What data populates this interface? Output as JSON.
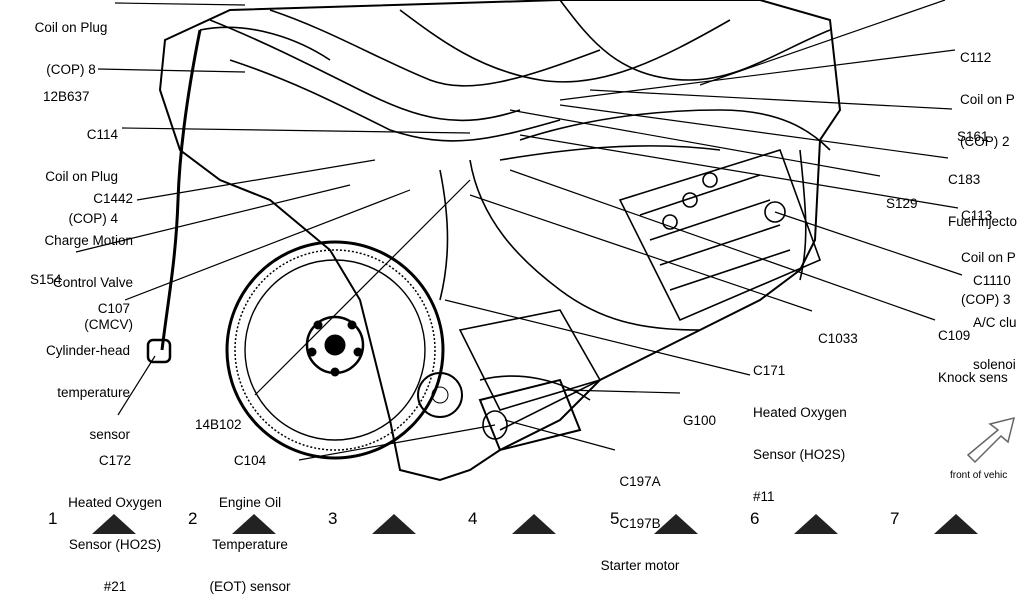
{
  "labels": {
    "cop8": [
      "Coil on Plug",
      "(COP) 8"
    ],
    "p12b637": [
      "12B637"
    ],
    "c114": [
      "C114",
      "Coil on Plug",
      "(COP) 4"
    ],
    "c1442": [
      "C1442",
      "Charge Motion",
      "Control Valve",
      "(CMCV)"
    ],
    "s154": [
      "S154"
    ],
    "c107": [
      "C107",
      "Cylinder-head",
      "temperature",
      "sensor"
    ],
    "c172": [
      "C172",
      "Heated Oxygen",
      "Sensor (HO2S)",
      "#21"
    ],
    "p14b102": [
      "14B102"
    ],
    "c104": [
      "C104",
      "Engine Oil",
      "Temperature",
      "(EOT) sensor"
    ],
    "c112": [
      "C112",
      "Coil on P",
      "(COP) 2"
    ],
    "s161": [
      "S161"
    ],
    "c183": [
      "C183",
      "Fuel injecto"
    ],
    "s129": [
      "S129"
    ],
    "c113": [
      "C113",
      "Coil on P",
      "(COP) 3"
    ],
    "c1110": [
      "C1110",
      "A/C clu",
      "solenoi"
    ],
    "c1033": [
      "C1033"
    ],
    "c109": [
      "C109",
      "Knock sens"
    ],
    "c171": [
      "C171",
      "Heated Oxygen",
      "Sensor (HO2S)",
      "#11"
    ],
    "g100": [
      "G100"
    ],
    "c197": [
      "C197A",
      "C197B",
      "Starter motor"
    ],
    "front": [
      "front of vehic"
    ]
  },
  "ruler": [
    "1",
    "2",
    "3",
    "4",
    "5",
    "6",
    "7"
  ]
}
